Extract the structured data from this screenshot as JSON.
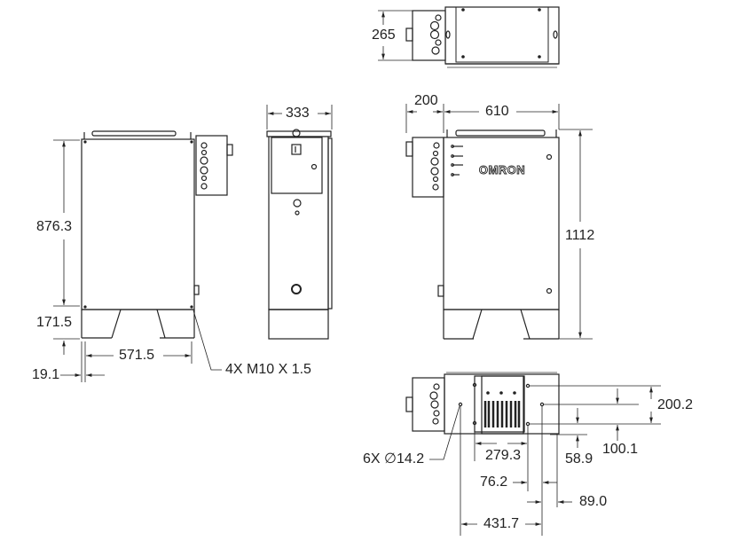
{
  "drawing": {
    "brand_logo": "OMRON",
    "views": {
      "top_view": {
        "depth_label": "265"
      },
      "front_view": {
        "height_label": "876.3",
        "base_height_label": "171.5",
        "width_label": "571.5",
        "offset_label": "19.1",
        "thread_callout": "4X M10 X 1.5"
      },
      "side_view": {
        "width_label": "333"
      },
      "rear_view": {
        "box_width_label": "200",
        "width_label": "610",
        "total_height_label": "1112"
      },
      "bottom_view": {
        "hole_callout": "6X ∅14.2",
        "hole_spacing_x_label": "279.3",
        "hole_span_y_label": "200.2",
        "hole_mid_y_label": "100.1",
        "edge_offset_y_label": "58.9",
        "hole_offset_a_label": "76.2",
        "hole_offset_b_label": "89.0",
        "overall_span_label": "431.7"
      }
    },
    "colors": {
      "line": "#222222",
      "light_line": "#888888",
      "background": "#ffffff"
    }
  }
}
